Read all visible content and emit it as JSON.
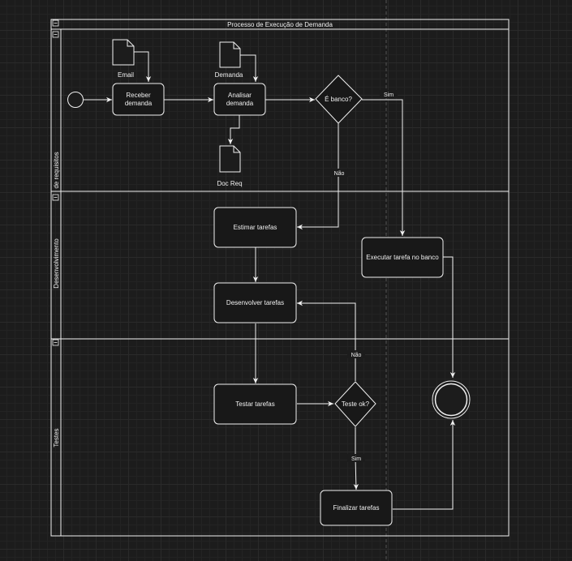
{
  "pool": {
    "title": "Processo de Execução de Demanda",
    "lanes": [
      {
        "label": "de requisitos"
      },
      {
        "label": "Desenvolvimento"
      },
      {
        "label": "Testes"
      }
    ]
  },
  "nodes": {
    "receber": "Receber demanda",
    "analisar": "Analisar demanda",
    "e_banco": "É banco?",
    "estimar": "Estimar tarefas",
    "executar_banco": "Executar tarefa no banco",
    "desenvolver": "Desenvolver tarefas",
    "testar": "Testar tarefas",
    "teste_ok": "Teste ok?",
    "finalizar": "Finalizar tarefas"
  },
  "documents": {
    "email": "Email",
    "demanda": "Demanda",
    "doc_req": "Doc Req"
  },
  "edges": {
    "sim_banco": "Sim",
    "nao_banco": "Não",
    "nao_teste": "Não",
    "sim_teste": "Sim"
  },
  "colors": {
    "background": "#1c1c1c",
    "stroke": "#f0f0f0",
    "node_fill": "#181818",
    "text": "#f0f0f0"
  }
}
